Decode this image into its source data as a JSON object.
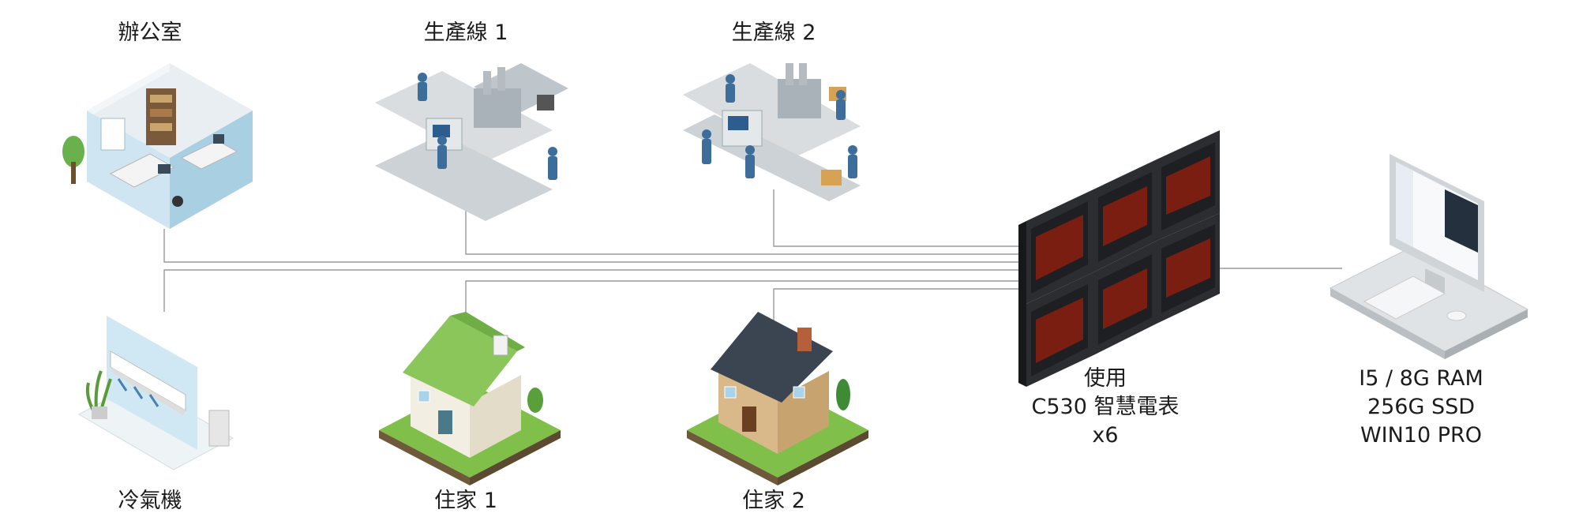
{
  "nodes": {
    "office": {
      "label": "辦公室",
      "icon": "office-room-icon"
    },
    "line1": {
      "label": "生產線 1",
      "icon": "production-line-icon"
    },
    "line2": {
      "label": "生產線 2",
      "icon": "production-line-icon"
    },
    "aircon": {
      "label": "冷氣機",
      "icon": "air-conditioner-icon"
    },
    "home1": {
      "label": "住家 1",
      "icon": "green-roof-house-icon"
    },
    "home2": {
      "label": "住家 2",
      "icon": "brick-house-icon"
    }
  },
  "meters": {
    "icon": "power-meter-icon",
    "caption": [
      "使用",
      "C530 智慧電表",
      "x6"
    ]
  },
  "computer": {
    "icon": "laptop-pc-icon",
    "specs": [
      "I5 / 8G RAM",
      "256G SSD",
      "WIN10 PRO"
    ]
  },
  "colors": {
    "wire": "#9a9a9a",
    "meter_body": "#2b2d30",
    "meter_screen": "#7a1e12",
    "ground_green": "#7fbf4a"
  }
}
